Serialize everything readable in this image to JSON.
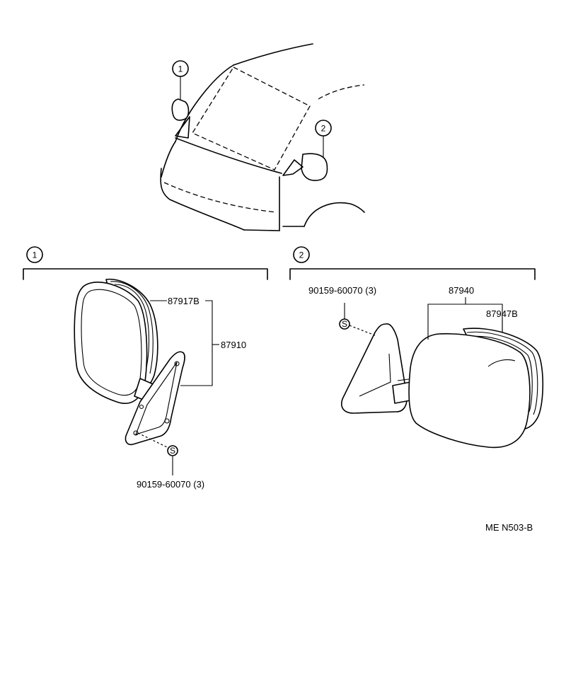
{
  "callouts": {
    "view_a_marker": "1",
    "view_b_marker": "2",
    "section_a_marker": "1",
    "section_b_marker": "2",
    "screw_symbol": "S"
  },
  "section_a": {
    "part_cover": "87917B",
    "part_assembly": "87910",
    "part_screw": "90159-60070 (3)"
  },
  "section_b": {
    "part_screw": "90159-60070 (3)",
    "part_assembly": "87940",
    "part_cover": "87947B"
  },
  "footer": {
    "diagram_code": "ME  N503-B"
  }
}
